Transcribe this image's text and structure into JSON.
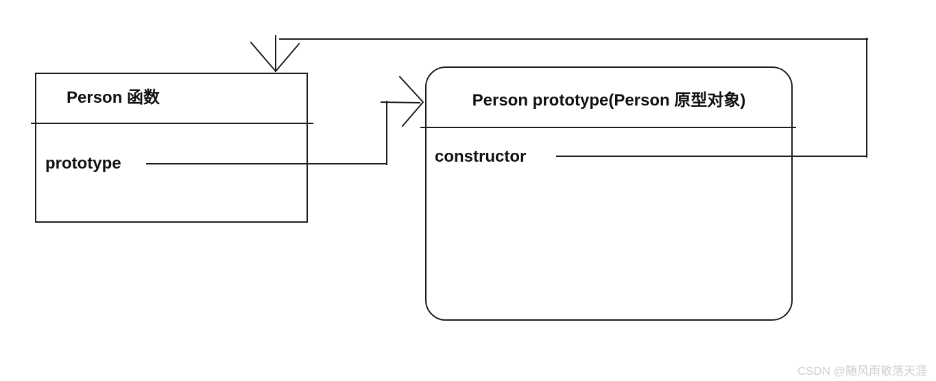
{
  "left_box": {
    "title": "Person 函数",
    "property": "prototype"
  },
  "right_box": {
    "title": "Person prototype(Person 原型对象)",
    "property": "constructor"
  },
  "watermark": "CSDN @随风雨散落天涯",
  "colors": {
    "line": "#1c1c1c",
    "text": "#111111",
    "watermark": "#cfcfcf",
    "background": "#ffffff"
  },
  "relations": [
    {
      "from": "prototype",
      "to": "Person prototype(Person 原型对象)",
      "head": "open-v-right"
    },
    {
      "from": "constructor",
      "to": "Person 函数",
      "head": "open-v-down"
    }
  ]
}
